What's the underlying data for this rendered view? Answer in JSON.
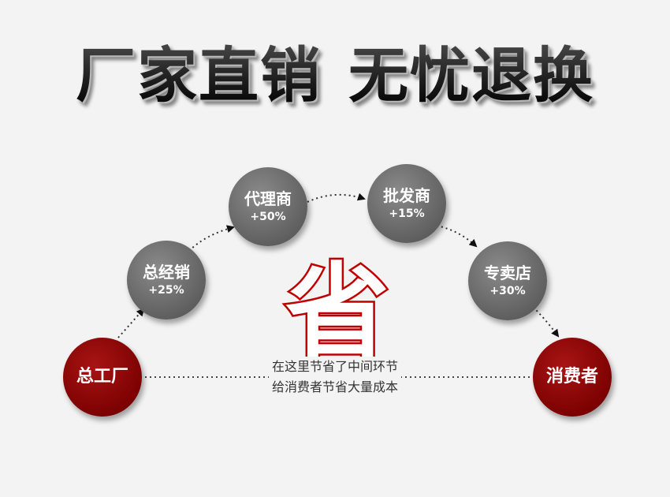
{
  "headline": {
    "part1": "厂家直销",
    "part2": "无忧退换"
  },
  "nodes": [
    {
      "id": "factory",
      "name": "总工厂",
      "pct": ""
    },
    {
      "id": "general",
      "name": "总经销",
      "pct": "+25%"
    },
    {
      "id": "agent",
      "name": "代理商",
      "pct": "+50%"
    },
    {
      "id": "wholesale",
      "name": "批发商",
      "pct": "+15%"
    },
    {
      "id": "store",
      "name": "专卖店",
      "pct": "+30%"
    },
    {
      "id": "consumer",
      "name": "消费者",
      "pct": ""
    }
  ],
  "center": {
    "big_char": "省",
    "line1": "在这里节省了中间环节",
    "line2": "给消费者节省大量成本"
  },
  "colors": {
    "gray_node": "#6e6e6e",
    "red_node": "#8b0000",
    "big_char": "#c00000"
  }
}
